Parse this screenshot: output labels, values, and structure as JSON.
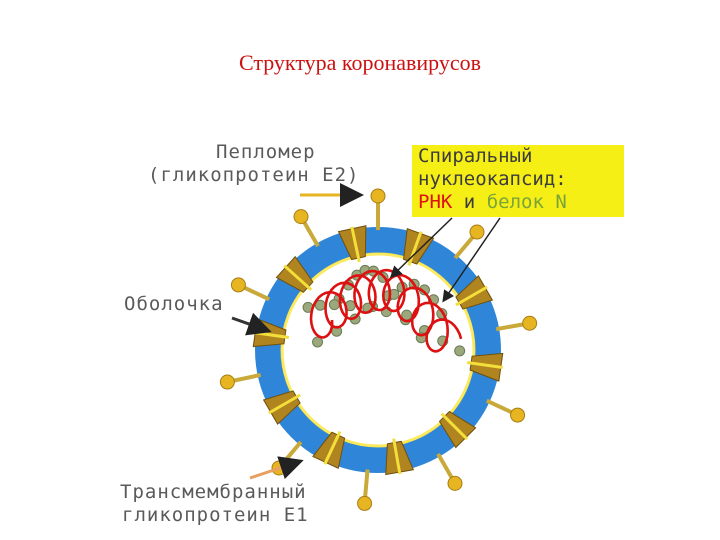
{
  "title": "Структура коронавирусов",
  "labels": {
    "peplomer_line1": "Пепломер",
    "peplomer_line2": "(гликопротеин E2)",
    "envelope": "Оболочка",
    "transmembrane_line1": "Трансмембранный",
    "transmembrane_line2": "гликопротеин E1"
  },
  "nucleocapsid": {
    "line1": "Спиральный",
    "line2": "нуклеокапсид:",
    "rna": "РНК",
    "and": "и",
    "protein": "белок N"
  },
  "colors": {
    "title": "#cc1111",
    "envelope": "#2f86d8",
    "spike": "#c9a93a",
    "spike_head": "#e7b422",
    "rna": "#dd1111",
    "protein": "#9aa87c",
    "highlight": "#f6ef16"
  }
}
